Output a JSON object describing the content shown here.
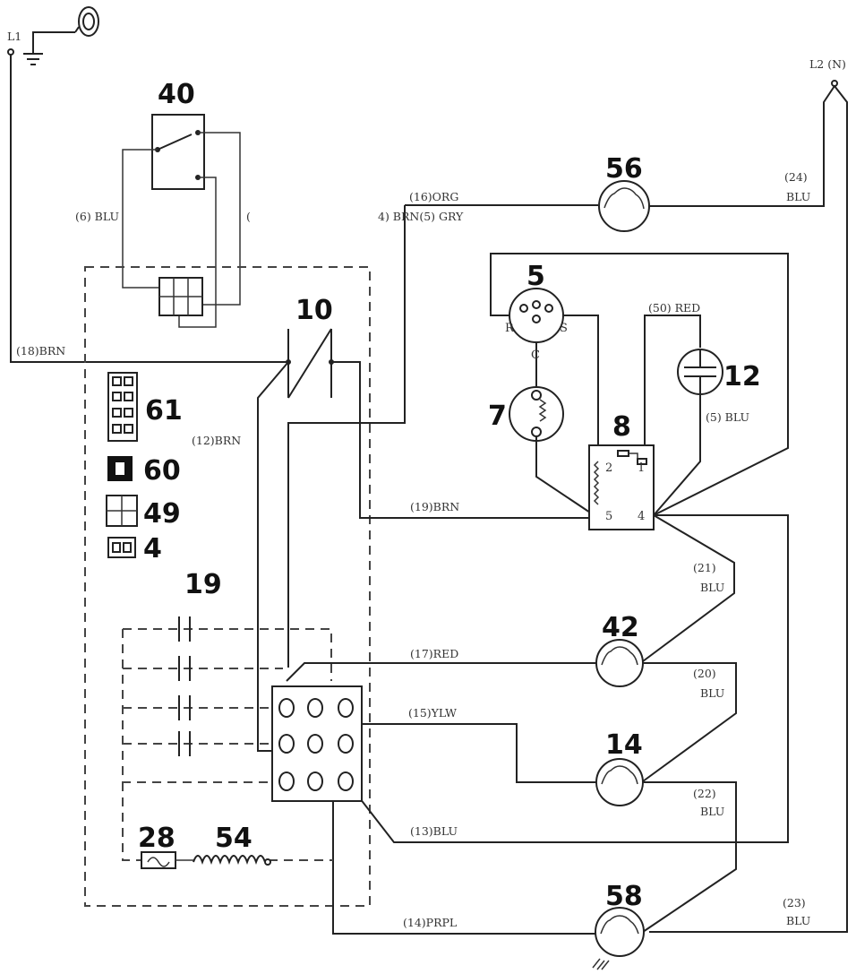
{
  "terminals": {
    "l1": "L1",
    "l2": "L2 (N)"
  },
  "component_numbers": {
    "c40": "40",
    "c56": "56",
    "c5": "5",
    "c10": "10",
    "c12": "12",
    "c7": "7",
    "c8": "8",
    "c61": "61",
    "c60": "60",
    "c49": "49",
    "c4": "4",
    "c19": "19",
    "c42": "42",
    "c14": "14",
    "c28": "28",
    "c54": "54",
    "c58": "58"
  },
  "wire_labels": {
    "w6": "(6) BLU",
    "w_paren": "(",
    "w16": "(16)ORG",
    "w4_5": "4) BRN(5) GRY",
    "w24_num": "(24)",
    "w24_col": "BLU",
    "w50": "(50) RED",
    "w18": "(18)BRN",
    "w12": "(12)BRN",
    "w5blu": "(5) BLU",
    "w19": "(19)BRN",
    "w21_num": "(21)",
    "w21_col": "BLU",
    "w17": "(17)RED",
    "w20_num": "(20)",
    "w20_col": "BLU",
    "w15": "(15)YLW",
    "w22_num": "(22)",
    "w22_col": "BLU",
    "w13": "(13)BLU",
    "w14": "(14)PRPL",
    "w23_num": "(23)",
    "w23_col": "BLU"
  },
  "pin_labels": {
    "r": "R",
    "s": "S",
    "c": "C",
    "p1": "1",
    "p2": "2",
    "p4": "4",
    "p5": "5"
  }
}
